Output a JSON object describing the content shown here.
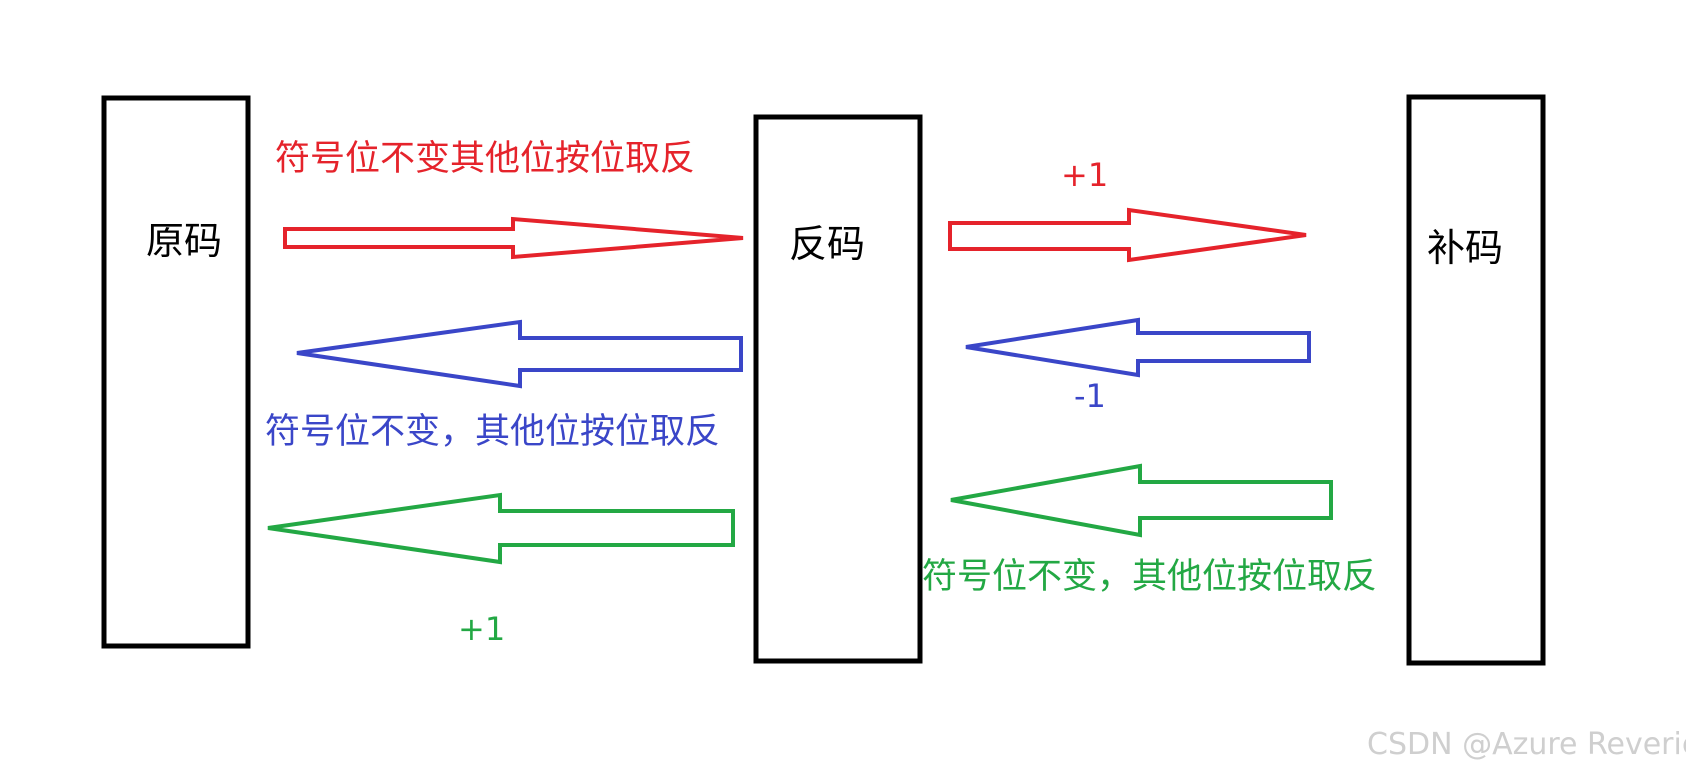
{
  "colors": {
    "red": "#e5232b",
    "blue": "#3a46c8",
    "green": "#23a844",
    "box": "#000000",
    "watermark": "#cfcfcf"
  },
  "nodes": {
    "yuanma": "原码",
    "fanma": "反码",
    "buma": "补码"
  },
  "edges": {
    "yuan_to_fan": "符号位不变其他位按位取反",
    "fan_to_bu": "+1",
    "fan_to_yuan": "符号位不变，其他位按位取反",
    "bu_to_fan": "-1",
    "bu_to_fan_green": "符号位不变，其他位按位取反",
    "fan_to_yuan_green": "+1"
  },
  "watermark": "CSDN @Azure Reverie"
}
